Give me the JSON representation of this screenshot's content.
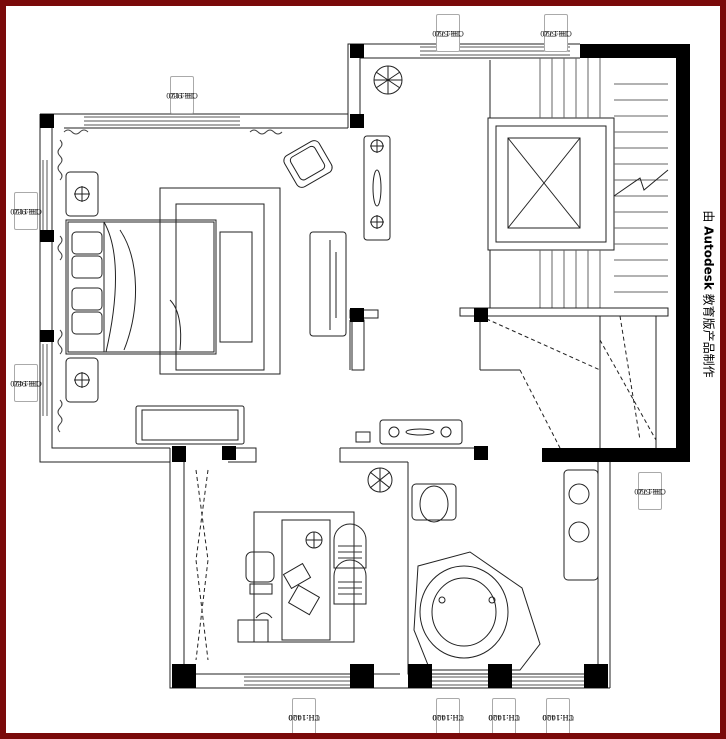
{
  "dimension_tags": [
    {
      "id": "top-left-window",
      "lines": [
        "TH:560",
        "CH:1720"
      ]
    },
    {
      "id": "top-right-window",
      "lines": [
        "TH:560",
        "CH:1720"
      ]
    },
    {
      "id": "bedroom-top-window",
      "lines": [
        "TH:980",
        "CH:1120"
      ]
    },
    {
      "id": "bedroom-left-window-upper",
      "lines": [
        "TH:980",
        "CH:1120"
      ]
    },
    {
      "id": "bedroom-left-window-lower",
      "lines": [
        "TH:980",
        "CH:1420"
      ]
    },
    {
      "id": "stair-right-window",
      "lines": [
        "TH:560",
        "CH:1720"
      ]
    },
    {
      "id": "study-bottom-window",
      "lines": [
        "TH:1000",
        "CH:1420"
      ]
    },
    {
      "id": "bath-bottom-window-1",
      "lines": [
        "TH:1000",
        "CH:1420"
      ]
    },
    {
      "id": "bath-bottom-window-2",
      "lines": [
        "TH:1000",
        "CH:1420"
      ]
    },
    {
      "id": "bath-bottom-window-3",
      "lines": [
        "TH:1000",
        "CH:1420"
      ]
    }
  ],
  "watermark": {
    "prefix": "由 ",
    "brand": "Autodesk",
    "suffix": " 教育版产品制作"
  },
  "colors": {
    "frame": "#7a0a0a",
    "wall": "#000000",
    "line": "#222222"
  }
}
